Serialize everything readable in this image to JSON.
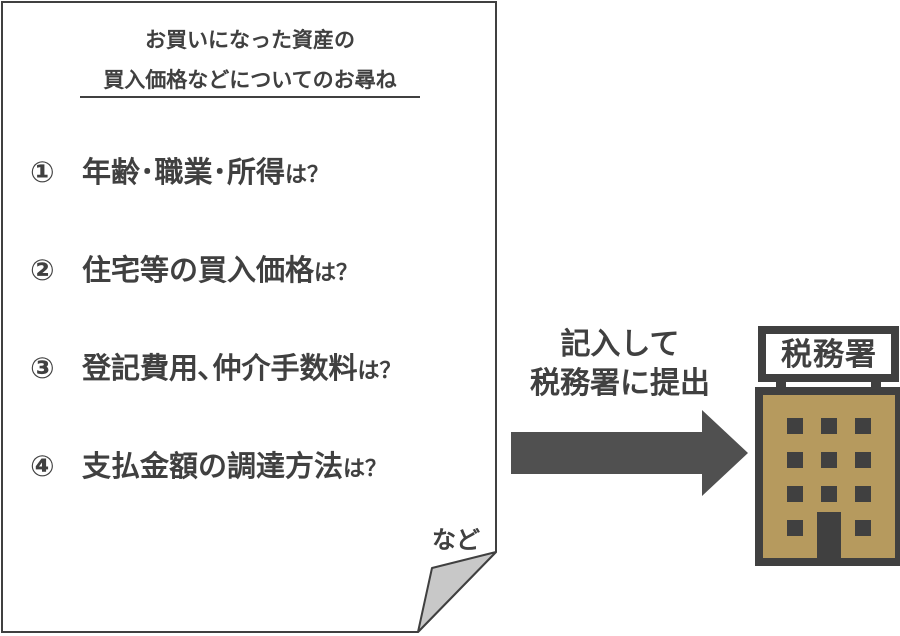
{
  "document": {
    "title_line1": "お買いになった資産の",
    "title_line2": "買入価格などについてのお尋ね",
    "questions": [
      {
        "number": "①",
        "text": "年齢･職業･所得",
        "suffix": "は？"
      },
      {
        "number": "②",
        "text": "住宅等の買入価格",
        "suffix": "は？"
      },
      {
        "number": "③",
        "text": "登記費用､仲介手数料",
        "suffix": "は？"
      },
      {
        "number": "④",
        "text": "支払金額の調達方法",
        "suffix": "は？"
      }
    ],
    "etc_label": "など"
  },
  "arrow": {
    "label_line1": "記入して",
    "label_line2": "税務署に提出"
  },
  "building": {
    "sign_text": "税務署"
  },
  "colors": {
    "text": "#404040",
    "arrow": "#505050",
    "building_body": "#b69a5e",
    "building_frame": "#404040",
    "page_fold": "#c8c8c8"
  }
}
